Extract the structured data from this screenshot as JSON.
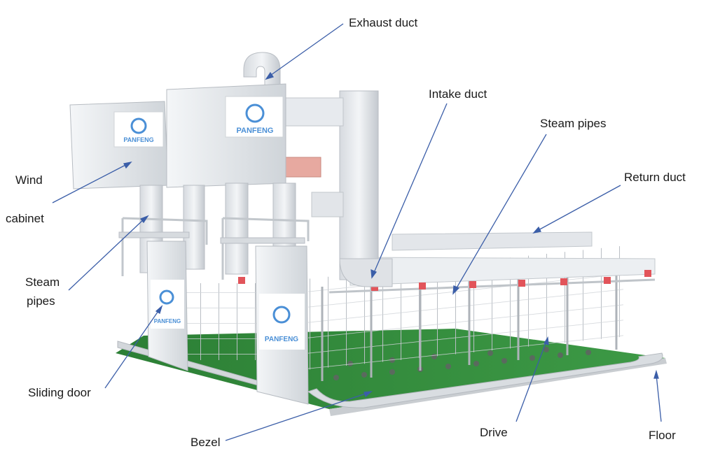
{
  "labels": {
    "exhaust_duct": "Exhaust duct",
    "intake_duct": "Intake duct",
    "steam_pipes_right": "Steam pipes",
    "return_duct": "Return duct",
    "wind_cabinet_line1": "Wind",
    "wind_cabinet_line2": "cabinet",
    "steam_pipes_left_line1": "Steam",
    "steam_pipes_left_line2": "pipes",
    "sliding_door": "Sliding door",
    "bezel": "Bezel",
    "drive": "Drive",
    "floor": "Floor"
  },
  "brand": {
    "name": "PANFENG"
  },
  "colors": {
    "leader_line": "#3b5ea8",
    "panel": "#e6e9ec",
    "panel_shade": "#c9cdd2",
    "floor_green": "#2f8a3a",
    "valve_red": "#e2545a",
    "brand_blue": "#4a8fd6"
  }
}
